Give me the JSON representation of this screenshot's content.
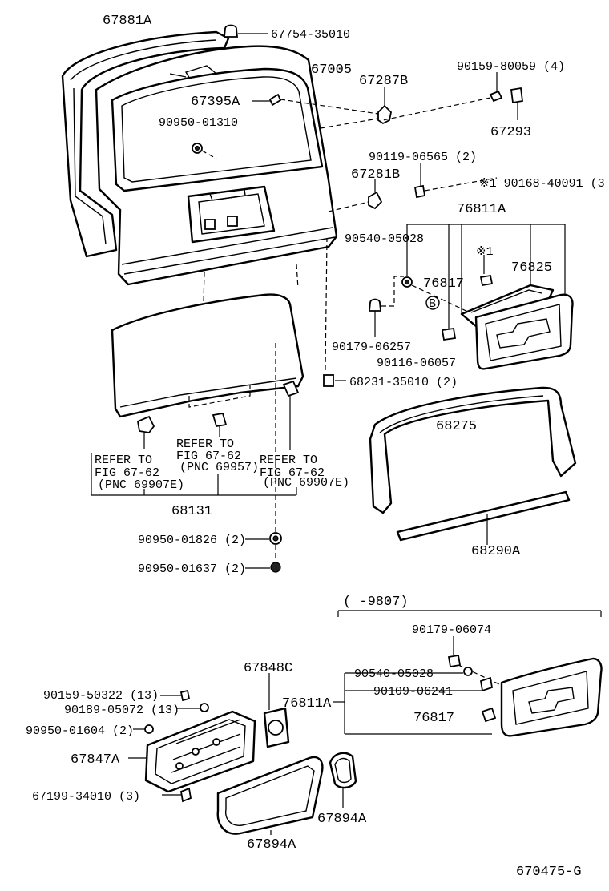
{
  "labels": {
    "l67881A": "67881A",
    "l67754": "67754-35010",
    "l67005": "67005",
    "l90159_80059": "90159-80059 (4)",
    "l67287B": "67287B",
    "l67395A": "67395A",
    "l90950_01310": "90950-01310",
    "l67293": "67293",
    "l90119_06565": "90119-06565 (2)",
    "l67281B": "67281B",
    "l90168_40091": "※1 90168-40091 (3",
    "l76811A_top": "76811A",
    "l90540_05028_top": "90540-05028",
    "l_star1": "※1",
    "l76825": "76825",
    "l76817_top": "76817",
    "l_circleB": "B",
    "l90179_06257": "90179-06257",
    "l90116_06057": "90116-06057",
    "l68231": "68231-35010 (2)",
    "l68275": "68275",
    "l68290A": "68290A",
    "refer_left_1": "REFER TO",
    "refer_left_2": "FIG 67-62",
    "refer_left_3": "(PNC 69907E)",
    "refer_mid_1": "REFER TO",
    "refer_mid_2": "FIG 67-62",
    "refer_mid_3": "(PNC 69957)",
    "refer_right_1": "REFER TO",
    "refer_right_2": "FIG 67-62",
    "refer_right_3": "(PNC 69907E)",
    "l68131": "68131",
    "l90950_01826": "90950-01826 (2)",
    "l90950_01637": "90950-01637 (2)",
    "l9807": "(      -9807)",
    "l90179_06074": "90179-06074",
    "l90540_05028_bot": "90540-05028",
    "l90109_06241": "90109-06241",
    "l76811A_bot": "76811A",
    "l76817_bot": "76817",
    "l67848C": "67848C",
    "l90159_50322": "90159-50322 (13)",
    "l90189_05072": "90189-05072 (13)",
    "l90950_01604": "90950-01604 (2)",
    "l67847A": "67847A",
    "l67199_34010": "67199-34010 (3)",
    "l67894A_right": "67894A",
    "l67894A_bot": "67894A",
    "l670475G": "670475-G"
  }
}
